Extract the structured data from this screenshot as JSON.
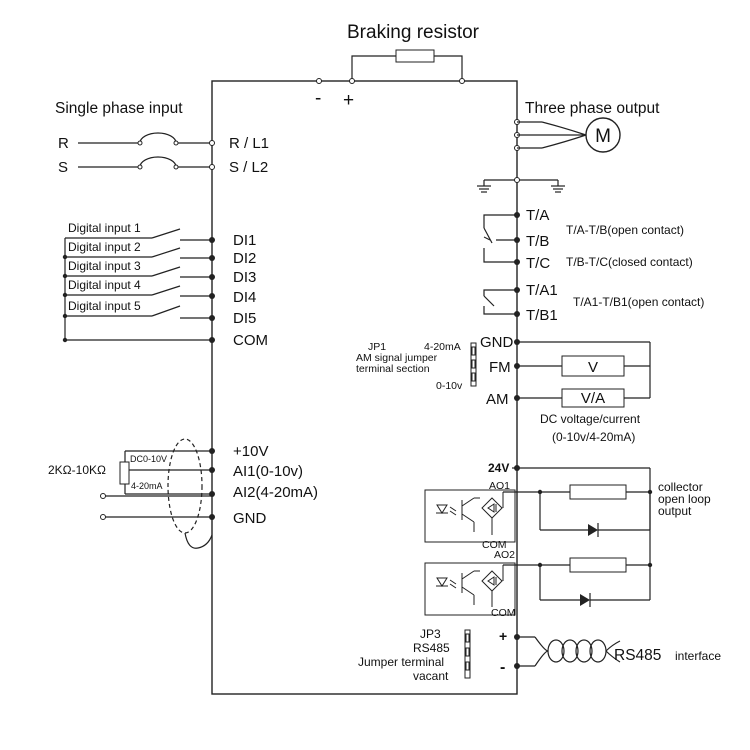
{
  "title": "Braking resistor",
  "dc_bus": {
    "minus": "-",
    "plus": "+"
  },
  "input": {
    "heading": "Single phase input",
    "phases": [
      "R",
      "S"
    ],
    "terminals": [
      "R / L1",
      "S / L2"
    ]
  },
  "output": {
    "heading": "Three phase output",
    "motor": "M"
  },
  "digital_inputs": {
    "labels": [
      "Digital input 1",
      "Digital input 2",
      "Digital input 3",
      "Digital input 4",
      "Digital input 5"
    ],
    "terminals": [
      "DI1",
      "DI2",
      "DI3",
      "DI4",
      "DI5",
      "COM"
    ]
  },
  "relays": {
    "terminals": [
      "T/A",
      "T/B",
      "T/C",
      "T/A1",
      "T/B1"
    ],
    "notes": [
      "T/A-T/B(open contact)",
      "T/B-T/C(closed contact)",
      "T/A1-T/B1(open contact)"
    ]
  },
  "analog_out": {
    "jp1": "JP1",
    "jp1_mode": "4-20mA",
    "jp1_desc": [
      "AM signal jumper",
      "terminal section"
    ],
    "jp1_mode2": "0-10v",
    "terminals": [
      "GND",
      "FM",
      "AM"
    ],
    "meters": [
      "V",
      "V/A"
    ],
    "desc": [
      "DC voltage/current",
      "(0-10v/4-20mA)"
    ]
  },
  "analog_in": {
    "pot": "2KΩ-10KΩ",
    "modes": [
      "DC0-10V",
      "4-20mA"
    ],
    "terminals": [
      "+10V",
      "AI1(0-10v)",
      "AI2(4-20mA)",
      "GND"
    ]
  },
  "collector": {
    "supply": "24V",
    "outputs": [
      "AO1",
      "AO2"
    ],
    "com": [
      "COM",
      "COM"
    ],
    "desc": [
      "collector",
      "open loop",
      "output"
    ]
  },
  "rs485": {
    "jp3": "JP3",
    "desc": [
      "RS485",
      "Jumper terminal",
      "vacant"
    ],
    "plus": "+",
    "minus": "-",
    "label": "RS485",
    "label_suffix": "interface"
  }
}
